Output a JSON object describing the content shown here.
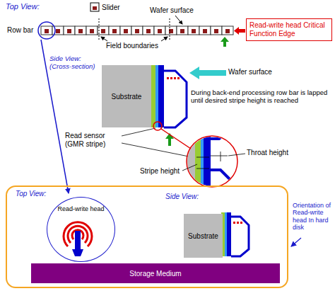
{
  "diagram": {
    "nodes": [
      {
        "text": [
          "Read-write head Critical Function Edge"
        ]
      },
      {
        "text": [
          "Substrate"
        ]
      },
      {
        "text": [
          "Top View:",
          "Side View:"
        ]
      },
      {
        "text": [
          "Read-write head"
        ],
        "in": 2
      },
      {
        "text": [
          "Substrate"
        ],
        "in": 2
      },
      {
        "text": [
          "Storage Medium"
        ],
        "in": 2
      }
    ],
    "labels": [
      "Top View:",
      "Slider",
      "Wafer surface",
      "Row bar",
      "Field boundaries",
      "Side View: (Cross-section)",
      "Wafer surface",
      "During back-end processing row bar is lapped until desired stripe height is reached",
      "Read sensor (GMR stripe)",
      "Stripe height",
      "Throat height",
      "Orientation of Read-write head In hard disk"
    ]
  }
}
